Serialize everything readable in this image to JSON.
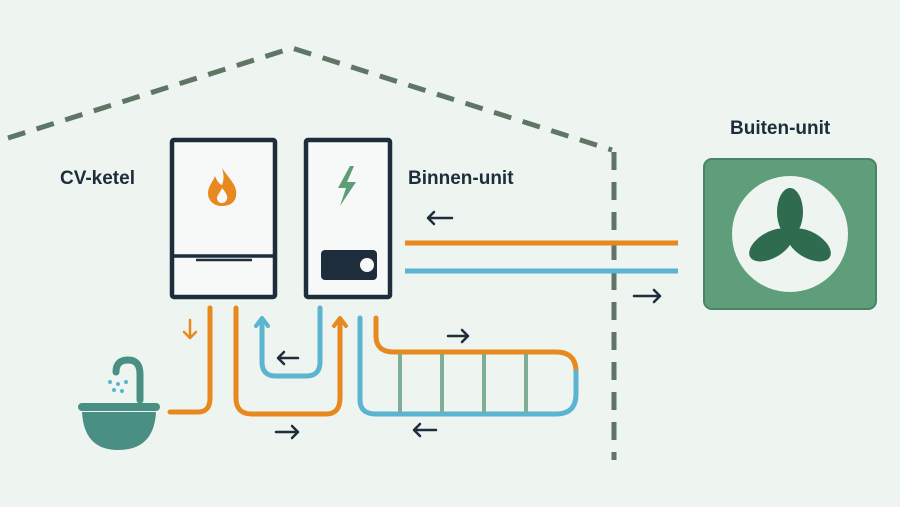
{
  "labels": {
    "cv_ketel": "CV-ketel",
    "binnen_unit": "Binnen-unit",
    "buiten_unit": "Buiten-unit"
  },
  "colors": {
    "background": "#eef4ef",
    "house_outline": "#5f7565",
    "unit_stroke": "#1d2d3c",
    "orange_pipe": "#e8891f",
    "blue_pipe": "#5bb4d0",
    "flame": "#e8891f",
    "bolt": "#5a9d76",
    "outdoor_unit": "#5f9e7b",
    "fan": "#2f6b4f",
    "sink": "#4a8f83",
    "arrow": "#1d2d3c"
  },
  "icons": [
    "flame-icon",
    "lightning-icon",
    "fan-icon",
    "sink-icon",
    "faucet-icon",
    "arrow-left-icon",
    "arrow-right-icon",
    "arrow-up-icon",
    "arrow-down-icon"
  ]
}
